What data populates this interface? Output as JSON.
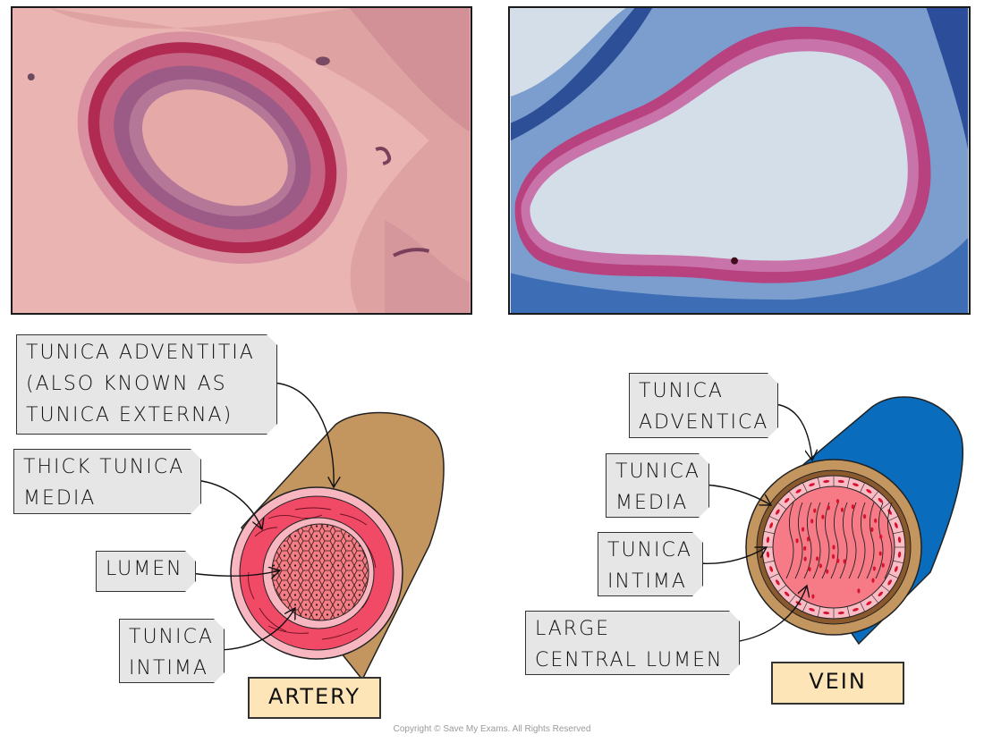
{
  "micrographs": {
    "artery": {
      "alt": "artery micrograph",
      "background": "#e9b4b1",
      "lumen": "#e5aaa8",
      "wall_dark": "#b0284f",
      "wall_mid": "#8e4a7a"
    },
    "vein": {
      "alt": "vein micrograph",
      "background": "#d3dee9",
      "wall_pink": "#b8417f",
      "tissue_blue": "#3a6db0"
    }
  },
  "artery": {
    "title": "ARTERY",
    "labels": {
      "adventitia": "TUNICA ADVENTITIA\n(ALSO KNOWN AS\nTUNICA EXTERNA)",
      "media": "THICK TUNICA\nMEDIA",
      "lumen": "LUMEN",
      "intima": "TUNICA\nINTIMA"
    },
    "colors": {
      "outer": "#c4965f",
      "adventitia_ring": "#f7b6c0",
      "media": "#f04a67",
      "intima_ring": "#f7b6c0",
      "lumen": "#f57d85"
    }
  },
  "vein": {
    "title": "VEIN",
    "labels": {
      "adventitia": "TUNICA\nADVENTICA",
      "media": "TUNICA\nMEDIA",
      "intima": "TUNICA\nINTIMA",
      "lumen": "LARGE\nCENTRAL LUMEN"
    },
    "colors": {
      "outer": "#0a6cbd",
      "adventitia_ring": "#c4965f",
      "media_ring": "#8a5a2e",
      "intima_ring": "#f9bcc5",
      "lumen": "#f77b86",
      "cells": "#d7132f"
    }
  },
  "footer": {
    "copyright": "Copyright © Save My Exams. All Rights Reserved"
  }
}
